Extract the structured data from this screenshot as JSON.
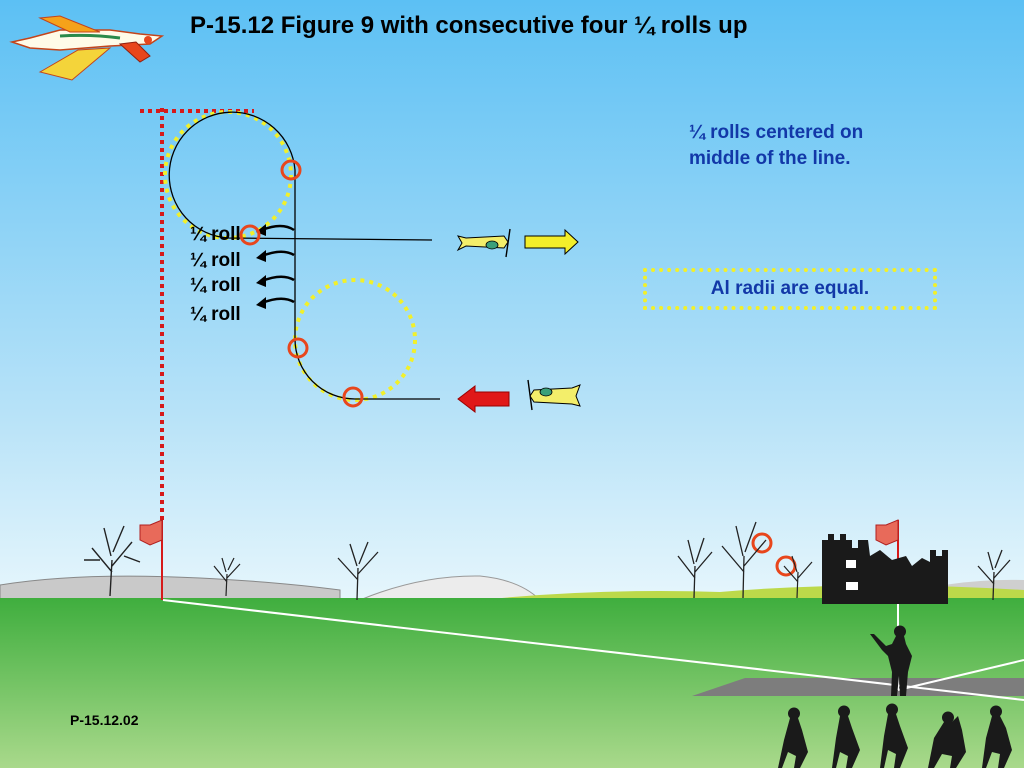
{
  "title": "P-15.12 Figure 9 with consecutive four ¼ rolls up",
  "note": "¼ rolls centered on middle of the line.",
  "radii_box": "Al radii are equal.",
  "roll_labels": [
    "¼ roll",
    "¼ roll",
    "¼ roll",
    "¼ roll"
  ],
  "footer": "P-15.12.02",
  "colors": {
    "sky_top": "#63c3f5",
    "sky_bottom": "#dff3fb",
    "grass": "#55b94a",
    "guide_circle": "#f2f02a",
    "marker": "#e8461c",
    "center_line": "#d61a1a",
    "title_text": "#000000",
    "note_text": "#1238a8"
  }
}
